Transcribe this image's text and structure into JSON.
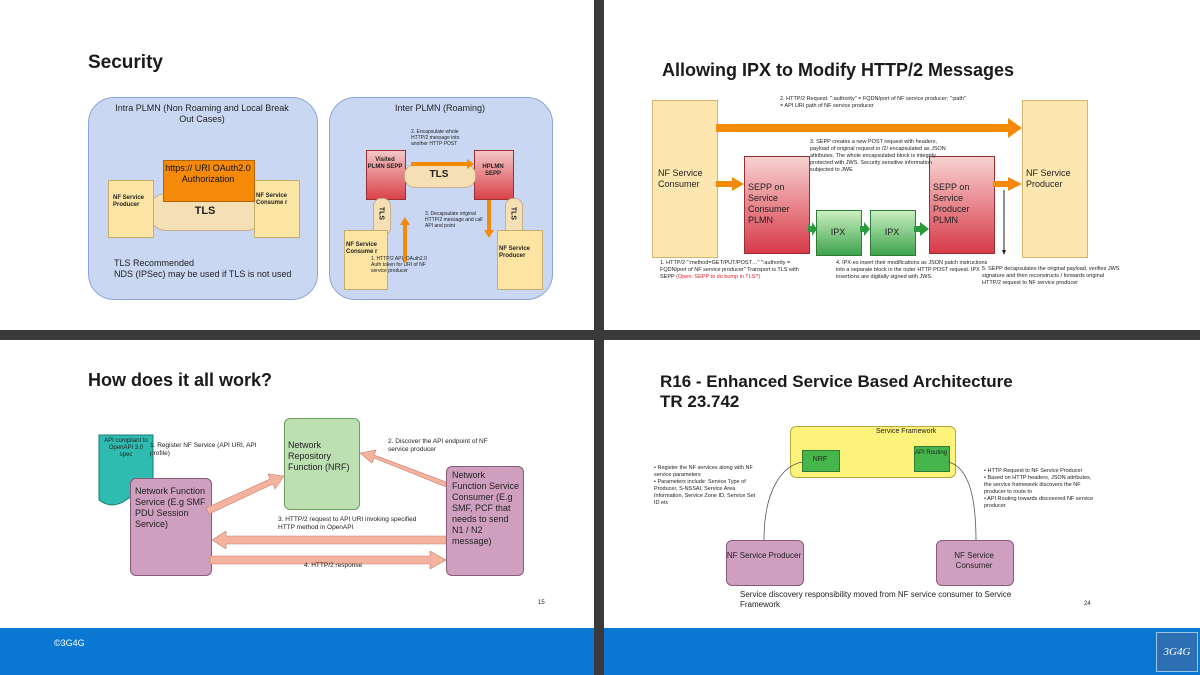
{
  "slide1": {
    "title": "Security",
    "intra_title": "Intra PLMN (Non Roaming and Local Break Out Cases)",
    "inter_title": "Inter PLMN (Roaming)",
    "nf_service_producer": "NF Service Producer",
    "nf_service_consumer": "NF Service Consume r",
    "https_box": "https:// URI OAuth2.0 Authorization",
    "tls": "TLS",
    "tls_recommended": "TLS Recommended",
    "nds_note": "NDS (IPSec) may be used if TLS is not used",
    "visited_sepp": "Visited PLMN SEPP",
    "hplmn_sepp": "HPLMN SEPP",
    "step2": "2. Encapsulate whole HTTP/2 message into another HTTP POST",
    "step3": "3. Decapsulate original HTTP/2 message and call API and point",
    "step1": "1. HTTP/2 API, OAuth2.0 Auth token for URI of NF service producer",
    "inter_consumer": "NF Service Consume r",
    "inter_producer": "NF Service Producer"
  },
  "slide2": {
    "title": "Allowing IPX to Modify HTTP/2 Messages",
    "nf_consumer": "NF Service Consumer",
    "nf_producer": "NF Service Producer",
    "sepp_consumer": "SEPP on Service Consumer PLMN",
    "sepp_producer": "SEPP on Service Producer PLMN",
    "ipx1": "IPX",
    "ipx2": "IPX",
    "note2": "2. HTTP/2 Request: \":authority\" = FQDN/port of NF service producer; \":path\" = API URI path of NF service producer",
    "note3": "3. SEPP creates a new POST request with headers, payload of original request in /2/ encapsulated as JSON attributes. The whole encapsulated block is integrity protected with JWS. Security sensitive information subjected to JWE",
    "note1": "1. HTTP/2 \":method=GET/PUT/POST…\" \":authority = FQDN/port of NF service producer\" Transport is TLS with SEPP",
    "note1_red": "(Open: SEPP to do bump in TLS?)",
    "note4": "4. IPX-es insert their modifications as JSON patch instructions into a separate block in the outer HTTP POST request. IPX insertions are digitally signed with JWS.",
    "note5": "5. SEPP decapsulates the original payload, verifies JWS signature and then reconstructs / forwards original HTTP/2 request to NF service producer"
  },
  "slide3": {
    "title": "How does it all work?",
    "doc_note": "API compliant to OpenAPI 3.0 spec",
    "step1": "1.   Register NF Service (API URI, API profile)",
    "nrf": "Network Repository Function (NRF)",
    "step2": "2. Discover the API endpoint of NF service producer",
    "producer": "Network Function Service (E.g SMF PDU Session Service)",
    "consumer": "Network Function Service Consumer (E.g SMF, PCF that needs to send N1 / N2 message)",
    "step3": "3. HTTP/2 request to API URI invoking specified HTTP method in OpenAPI",
    "step4": "4. HTTP/2 response",
    "page": "15"
  },
  "slide4": {
    "title_line1": "R16 - Enhanced Service Based Architecture",
    "title_line2": "TR 23.742",
    "framework": "Service Framework",
    "nrf": "NRF",
    "api_routing": "API Routing",
    "left_bullets": [
      "Register the NF services along with NF service parameters",
      "Parameters include: Service Type of Producer, S-NSSAI, Service Area Information, Service Zone ID, Service Set ID etc"
    ],
    "right_bullets": [
      "HTTP Request to NF Service Producer",
      "Based on HTTP headers, JSON attributes, the service framework discovers the NF producer to route to",
      "API Routing towards discovered NF service producer"
    ],
    "producer": "NF Service Producer",
    "consumer": "NF Service Consumer",
    "caption": "Service discovery responsibility moved from NF service consumer to Service Framework",
    "page": "24"
  },
  "footer": {
    "copyright": "©3G4G",
    "logo": "3G4G"
  }
}
